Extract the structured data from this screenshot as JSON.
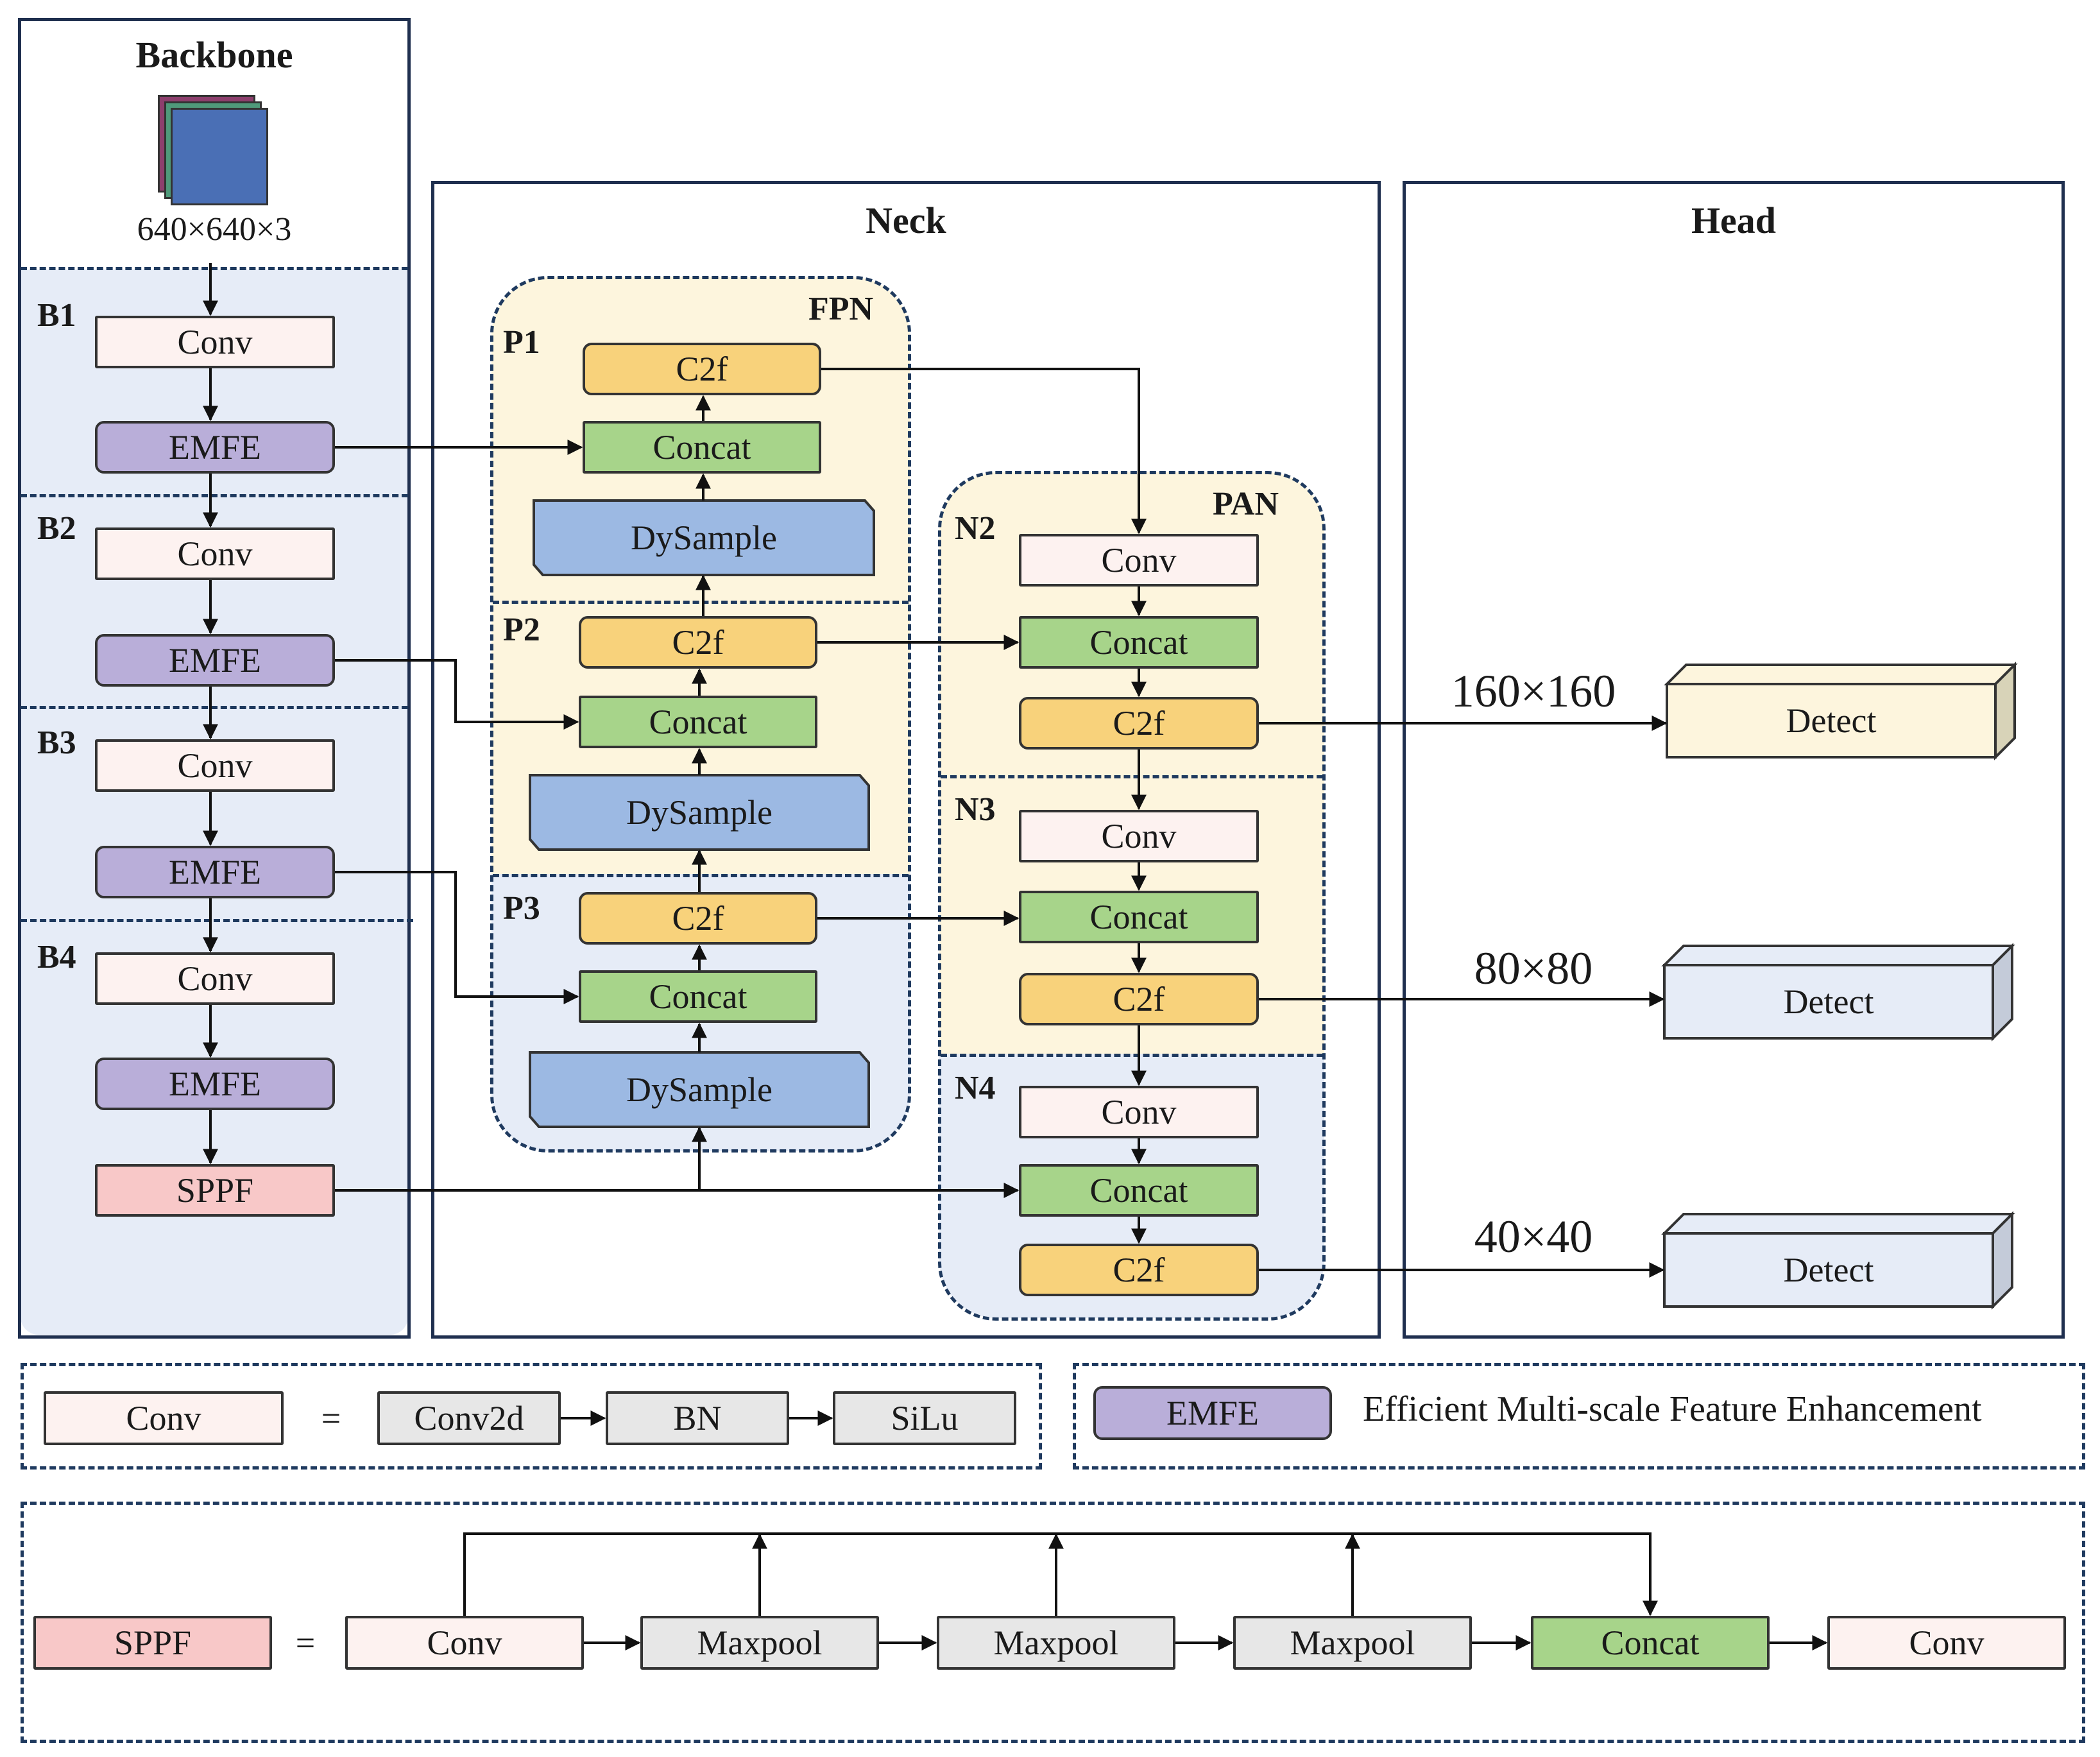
{
  "sections": {
    "backbone": "Backbone",
    "neck": "Neck",
    "head": "Head"
  },
  "input_size": "640×640×3",
  "backbone": {
    "stages": [
      "B1",
      "B2",
      "B3",
      "B4"
    ],
    "conv": "Conv",
    "emfe": "EMFE",
    "sppf": "SPPF"
  },
  "fpn": {
    "title": "FPN",
    "stages": [
      "P1",
      "P2",
      "P3"
    ],
    "c2f": "C2f",
    "concat": "Concat",
    "dysample": "DySample"
  },
  "pan": {
    "title": "PAN",
    "stages": [
      "N2",
      "N3",
      "N4"
    ],
    "conv": "Conv",
    "concat": "Concat",
    "c2f": "C2f"
  },
  "head": {
    "detect": "Detect",
    "sizes": [
      "160×160",
      "80×80",
      "40×40"
    ]
  },
  "legend": {
    "conv": "Conv",
    "equals": "=",
    "conv2d": "Conv2d",
    "bn": "BN",
    "silu": "SiLu",
    "emfe": "EMFE",
    "emfe_desc": "Efficient Multi-scale Feature Enhancement",
    "sppf": "SPPF",
    "maxpool": "Maxpool",
    "concat": "Concat"
  },
  "colors": {
    "conv": "#fdf2f0",
    "emfe": "#b9aed9",
    "c2f": "#f8d27b",
    "concat": "#a7d48a",
    "sppf": "#f8c8c8",
    "dysample": "#9cb9e3",
    "light_blue": "#e6ecf7",
    "light_yellow": "#fdf5dd"
  }
}
